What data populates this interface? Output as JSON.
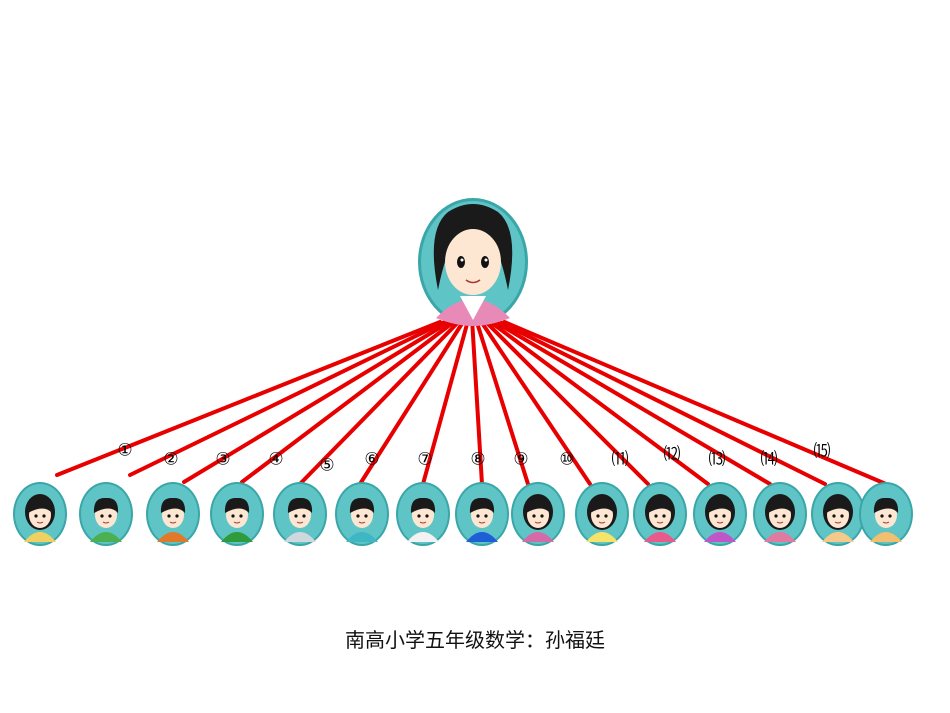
{
  "root": {
    "icon": "teacher-avatar-icon"
  },
  "children": [
    {
      "label": "①",
      "icon": "student-avatar-icon"
    },
    {
      "label": "②",
      "icon": "student-avatar-icon"
    },
    {
      "label": "③",
      "icon": "student-avatar-icon"
    },
    {
      "label": "④",
      "icon": "student-avatar-icon"
    },
    {
      "label": "⑤",
      "icon": "student-avatar-icon"
    },
    {
      "label": "⑥",
      "icon": "student-avatar-icon"
    },
    {
      "label": "⑦",
      "icon": "student-avatar-icon"
    },
    {
      "label": "⑧",
      "icon": "student-avatar-icon"
    },
    {
      "label": "⑨",
      "icon": "student-avatar-icon"
    },
    {
      "label": "⑩",
      "icon": "student-avatar-icon"
    },
    {
      "label": "⑾",
      "icon": "student-avatar-icon"
    },
    {
      "label": "⑿",
      "icon": "student-avatar-icon"
    },
    {
      "label": "⒀",
      "icon": "student-avatar-icon"
    },
    {
      "label": "⒁",
      "icon": "student-avatar-icon"
    },
    {
      "label": "⒂",
      "icon": "student-avatar-icon"
    }
  ],
  "colors": {
    "line": "#e80000",
    "bubble": "#5ec4c6",
    "hair": "#1a1a1a",
    "skin": "#fde6d2"
  },
  "footer": "南高小学五年级数学：孙福廷"
}
